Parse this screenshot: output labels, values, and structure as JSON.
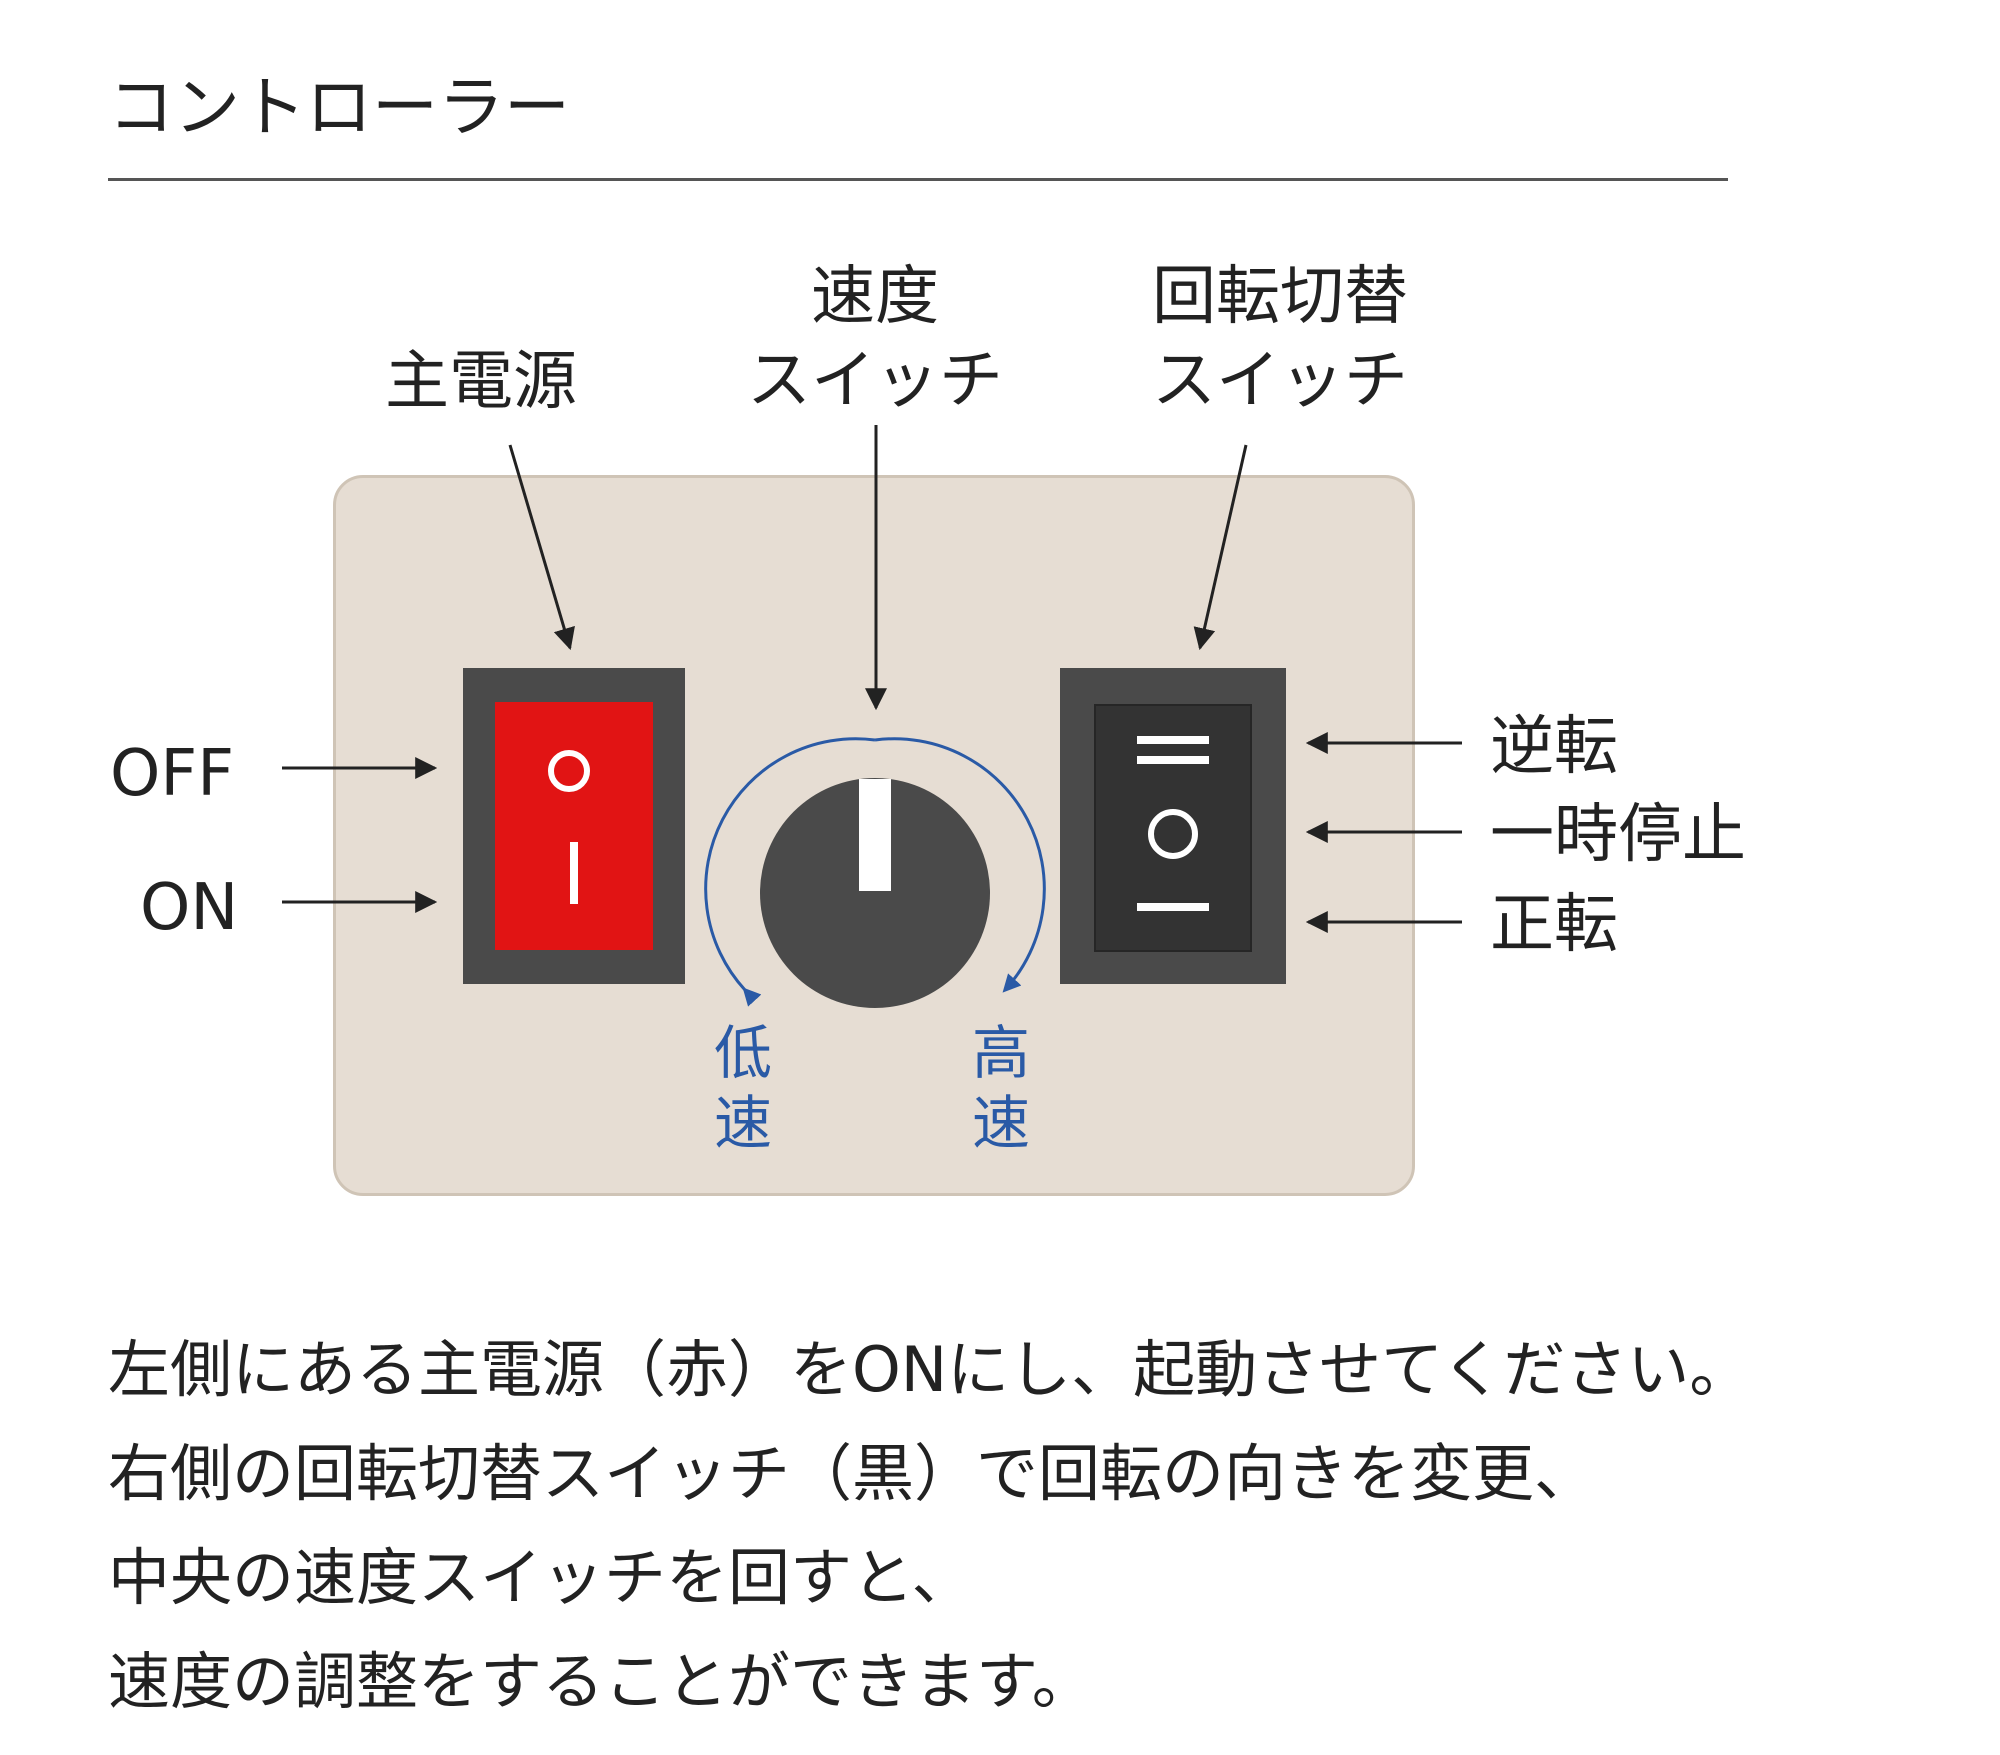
{
  "title": "コントローラー",
  "labels": {
    "main_power": "主電源",
    "speed_switch": [
      "速度",
      "スイッチ"
    ],
    "rotation_switch": [
      "回転切替",
      "スイッチ"
    ],
    "off": "OFF",
    "on": "ON",
    "reverse": "逆転",
    "pause": "一時停止",
    "forward": "正転",
    "low_speed": [
      "低",
      "速"
    ],
    "high_speed": [
      "高",
      "速"
    ]
  },
  "description": [
    "左側にある主電源（赤）をONにし、起動させてください。",
    "右側の回転切替スイッチ（黒）で回転の向きを変更、",
    "中央の速度スイッチを回すと、",
    "速度の調整をすることができます。"
  ],
  "colors": {
    "panel": "#e6ddd3",
    "switch_housing": "#4a4a4a",
    "power_rocker": "#e11414",
    "rocker_dark": "#333333",
    "knob": "#4a4a4a",
    "speed_arc": "#2a5aa6"
  },
  "icons": {
    "power_off_symbol": "circle-icon",
    "power_on_symbol": "line-icon",
    "reverse_symbol": "double-line-icon",
    "pause_symbol": "circle-icon",
    "forward_symbol": "line-icon"
  }
}
